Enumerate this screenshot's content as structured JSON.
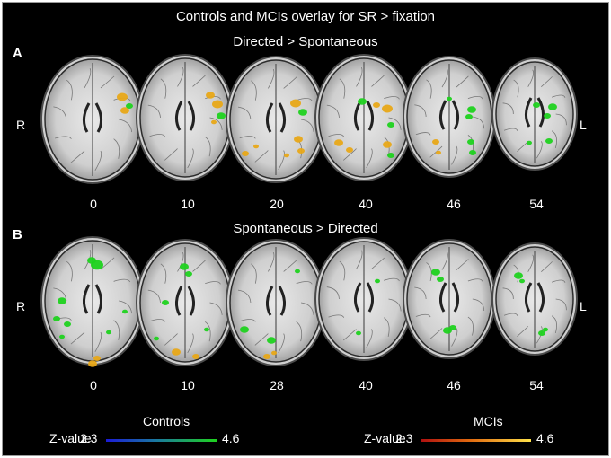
{
  "title": "Controls and MCIs overlay for SR > fixation",
  "panels": [
    {
      "letter": "A",
      "subtitle": "Directed > Spontaneous",
      "side_left": "R",
      "side_right": "L",
      "slices": [
        "0",
        "10",
        "20",
        "40",
        "46",
        "54"
      ]
    },
    {
      "letter": "B",
      "subtitle": "Spontaneous > Directed",
      "side_left": "R",
      "side_right": "L",
      "slices": [
        "0",
        "10",
        "28",
        "40",
        "46",
        "54"
      ]
    }
  ],
  "legend": {
    "controls": {
      "label": "Controls",
      "axis_label": "Z-value",
      "min": "2.3",
      "max": "4.6"
    },
    "mcis": {
      "label": "MCIs",
      "axis_label": "Z-value",
      "min": "2.3",
      "max": "4.6"
    }
  },
  "colors": {
    "background": "#000000",
    "controls_low": "#1b1bd6",
    "controls_high": "#1fd21f",
    "mcis_low": "#b01010",
    "mcis_high": "#ffe24a"
  }
}
